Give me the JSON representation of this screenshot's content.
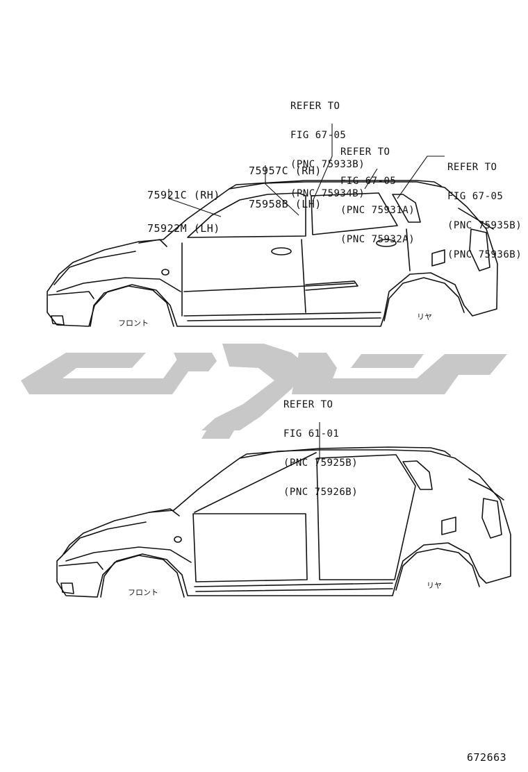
{
  "colors": {
    "line": "#111111",
    "watermark": "#c8c8c8",
    "background": "#ffffff"
  },
  "diagram_top": {
    "callout_a": {
      "line1": "REFER TO",
      "line2": "FIG 67-05",
      "line3": "(PNC 75933B)",
      "line4": "(PNC 75934B)"
    },
    "callout_b": {
      "line1": "REFER TO",
      "line2": "FIG 67-05",
      "line3": "(PNC 75931A)",
      "line4": "(PNC 75932A)"
    },
    "callout_c": {
      "line1": "REFER TO",
      "line2": "FIG 67-05",
      "line3": "(PNC 75935B)",
      "line4": "(PNC 75936B)"
    },
    "part_pillar": {
      "rh": "75957C (RH)",
      "lh": "75958B (LH)"
    },
    "part_roof": {
      "rh": "75921C (RH)",
      "lh": "75922M (LH)"
    },
    "front_label": "フロント",
    "rear_label": "リヤ"
  },
  "diagram_bottom": {
    "callout": {
      "line1": "REFER TO",
      "line2": "FIG 61-01",
      "line3": "(PNC 75925B)",
      "line4": "(PNC 75926B)"
    },
    "front_label": "フロント",
    "rear_label": "リヤ"
  },
  "figure_number": "672663"
}
